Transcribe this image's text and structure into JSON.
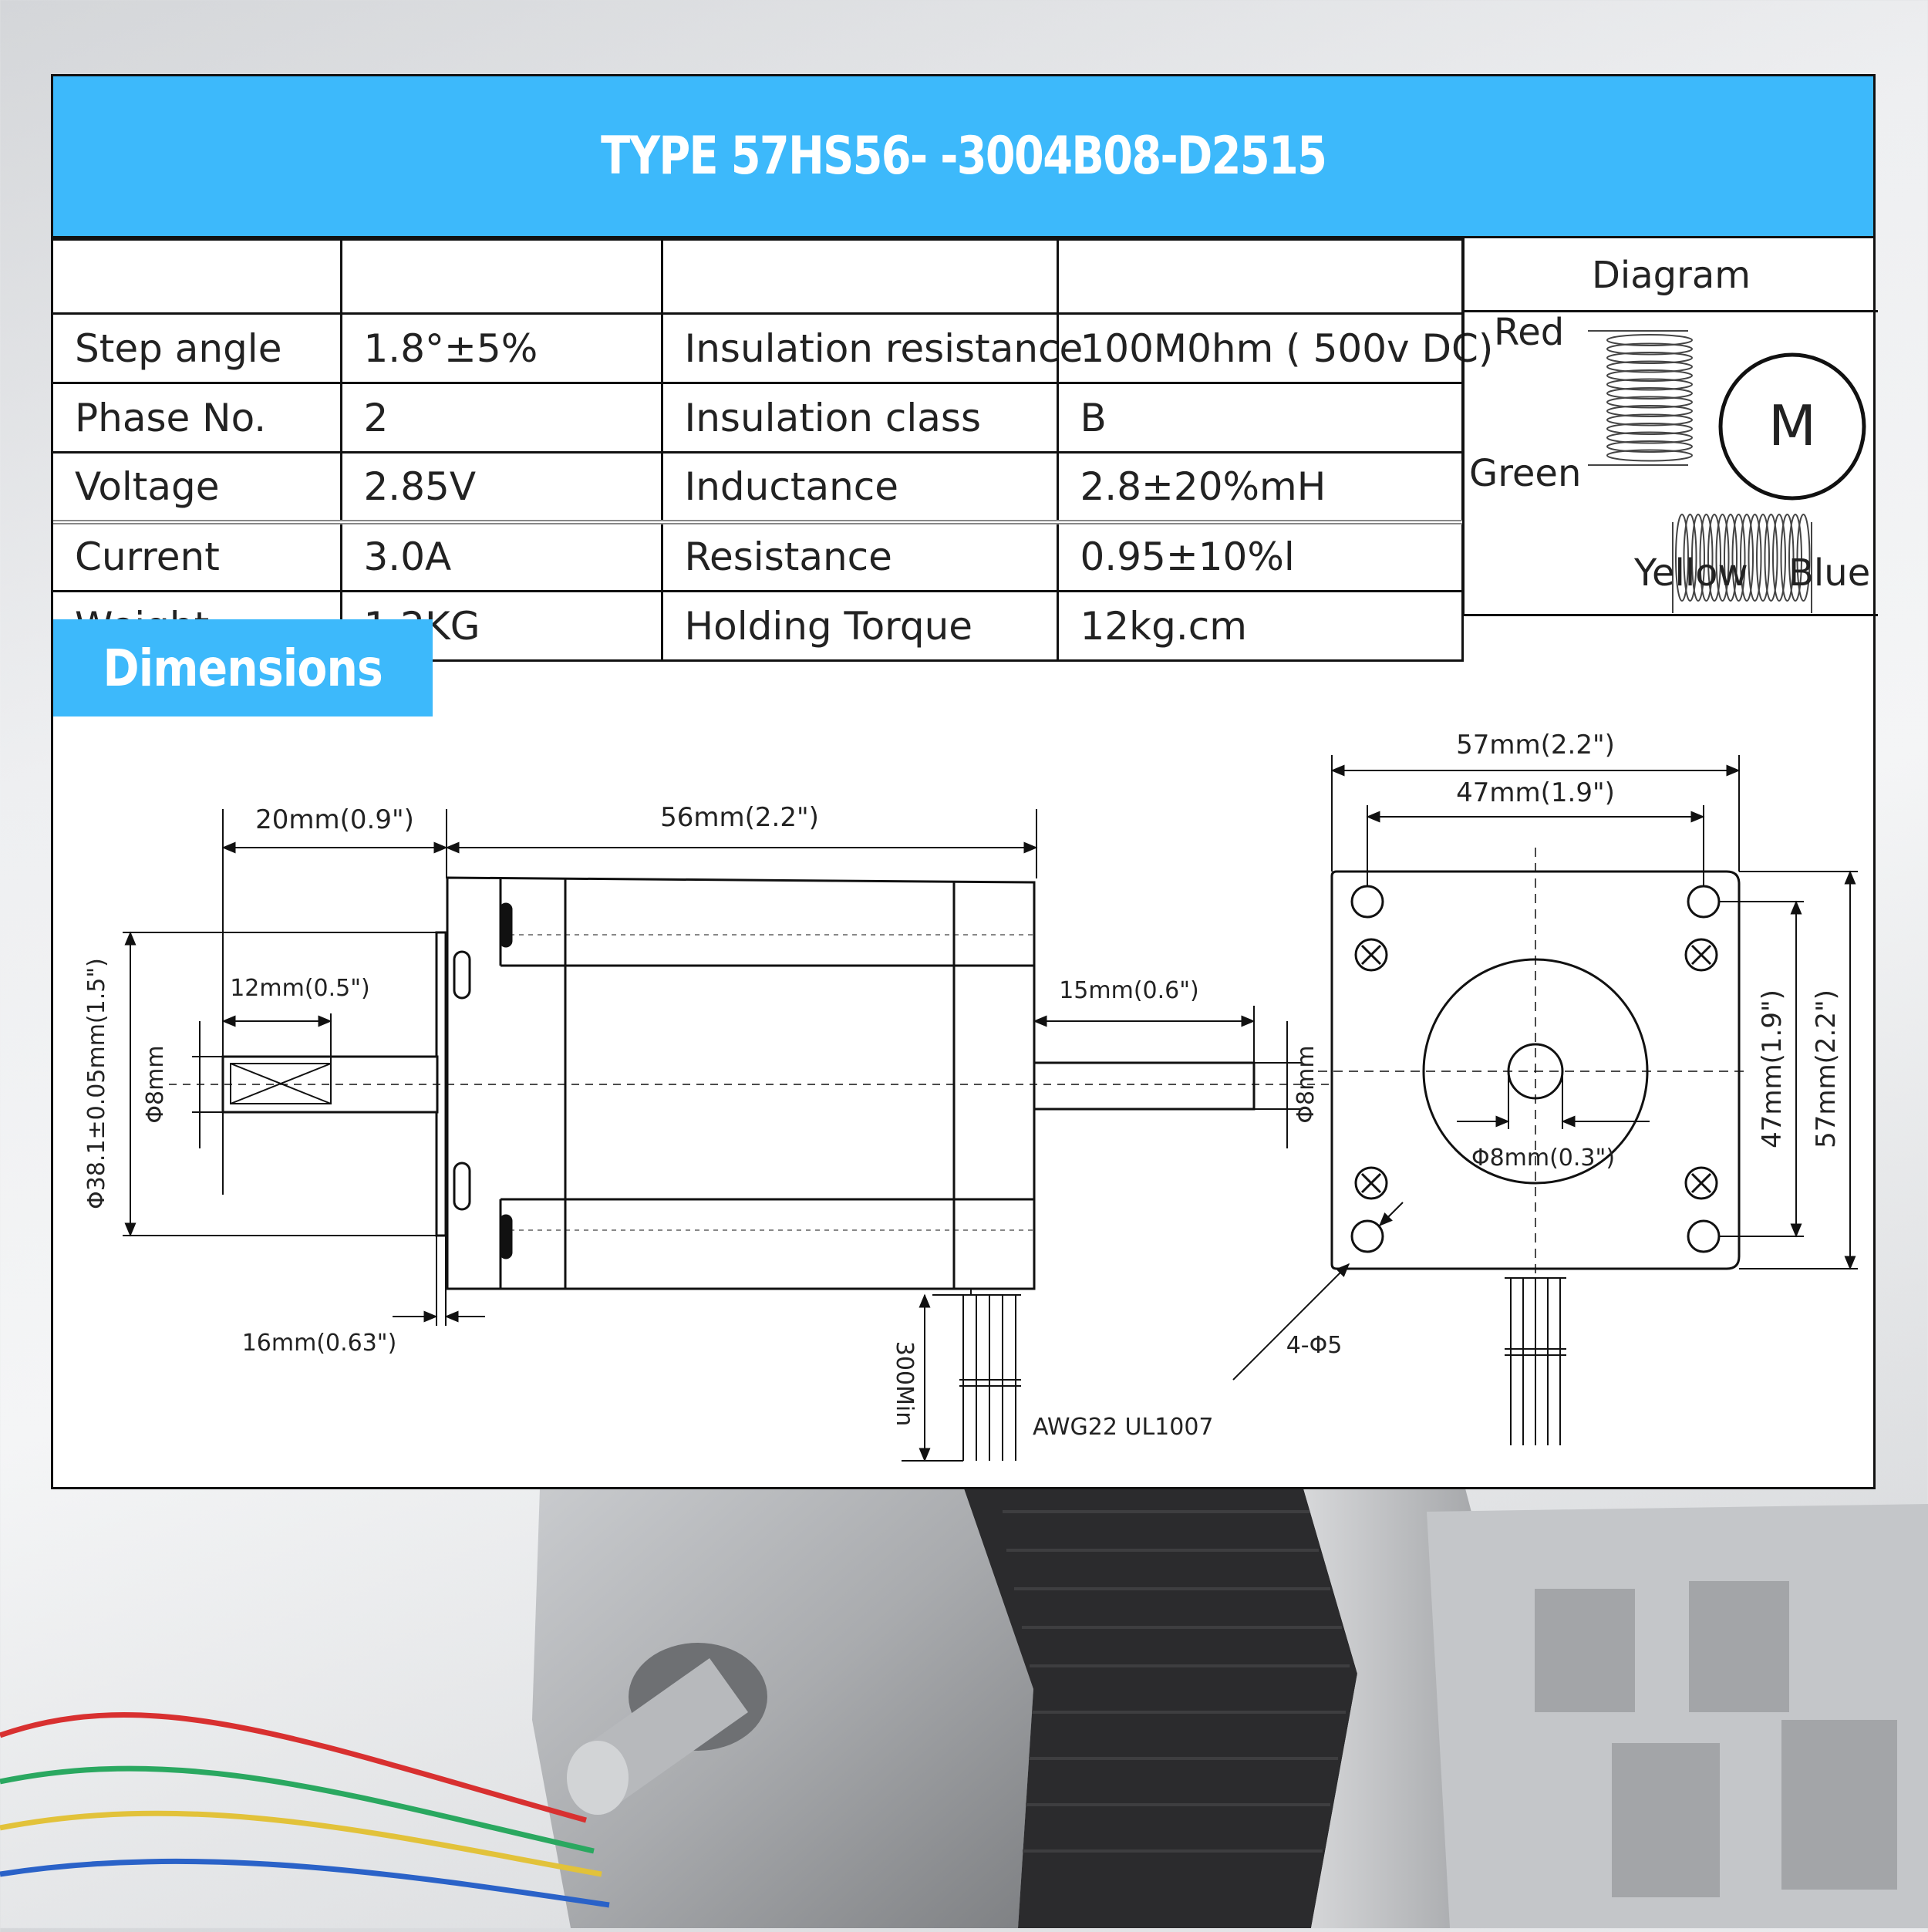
{
  "title": "TYPE 57HS56- -3004B08-D2515",
  "specs": {
    "rows": [
      {
        "label": "",
        "value": "",
        "label2": "",
        "value2": ""
      },
      {
        "label": "Step angle",
        "value": "1.8°±5%",
        "label2": "Insulation resistance",
        "value2": "100M0hm ( 500v DC)"
      },
      {
        "label": "Phase No.",
        "value": "2",
        "label2": "Insulation class",
        "value2": "B"
      },
      {
        "label": "Voltage",
        "value": "2.85V",
        "label2": "Inductance",
        "value2": "2.8±20%mH"
      },
      {
        "label": "Current",
        "value": "3.0A",
        "label2": "Resistance",
        "value2": "0.95±10%l"
      },
      {
        "label": "Weight",
        "value": "1.2KG",
        "label2": "Holding Torque",
        "value2": "12kg.cm"
      }
    ]
  },
  "wiring": {
    "heading": "Diagram",
    "motor_symbol": "M",
    "wires": {
      "red": "Red",
      "green": "Green",
      "yellow": "Yellow",
      "blue": "Blue"
    }
  },
  "dimensions": {
    "heading": "Dimensions",
    "side": {
      "front_shaft_length": "20mm(0.9\")",
      "body_length": "56mm(2.2\")",
      "flat_length": "12mm(0.5\")",
      "rear_shaft_length": "15mm(0.6\")",
      "front_shaft_dia": "Φ8mm",
      "rear_shaft_dia": "Φ8mm",
      "boss_dia": "Φ38.1±0.05mm(1.5\")",
      "flange_thickness": "16mm(0.63\")",
      "lead_length": "300Min",
      "wire_spec": "AWG22 UL1007"
    },
    "front": {
      "width_outer": "57mm(2.2\")",
      "width_inner": "47mm(1.9\")",
      "height_inner": "47mm(1.9\")",
      "height_outer": "57mm(2.2\")",
      "shaft_dia": "Φ8mm(0.3\")",
      "holes": "4-Φ5"
    }
  }
}
